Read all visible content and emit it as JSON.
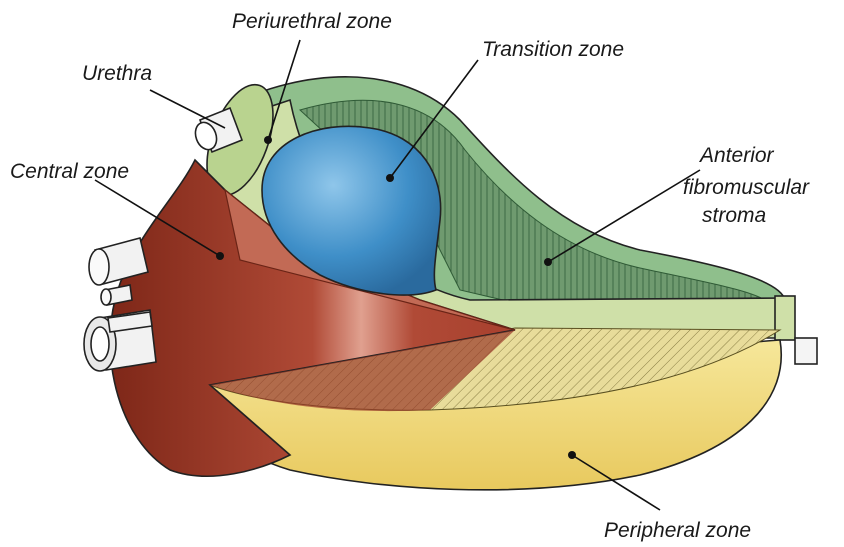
{
  "labels": {
    "periurethral_zone": "Periurethral zone",
    "transition_zone": "Transition zone",
    "urethra": "Urethra",
    "central_zone": "Central zone",
    "anterior_fibromuscular_stroma_1": "Anterior",
    "anterior_fibromuscular_stroma_2": "fibromuscular",
    "anterior_fibromuscular_stroma_3": "stroma",
    "peripheral_zone": "Peripheral zone"
  },
  "colors": {
    "central_zone": "#a8402e",
    "transition_zone": "#3f8fc8",
    "peripheral_zone": "#efd77a",
    "stroma": "#9dc59a",
    "urethra": "#cfe0a8",
    "duct": "#f2f2f2"
  }
}
